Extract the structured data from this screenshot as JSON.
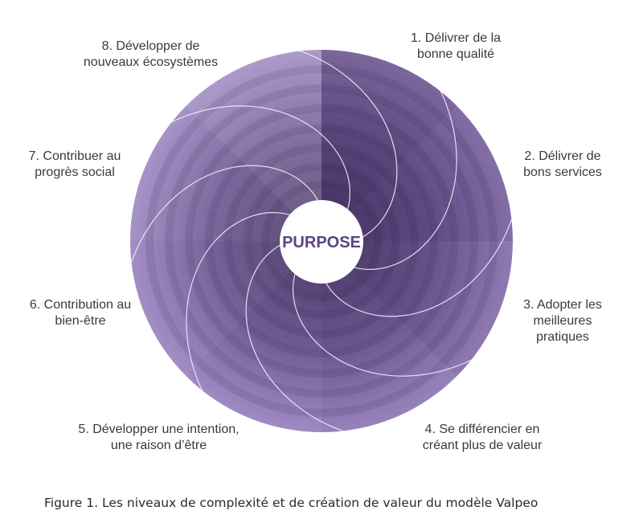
{
  "center_label": "PURPOSE",
  "colors": {
    "outer": "#a08bc4",
    "mid": "#6e5a92",
    "inner": "#4a3866",
    "swirl": "#f3eefa",
    "center_text": "#5b4383"
  },
  "levels": [
    {
      "id": "l1",
      "line1": "1. Délivrer de la",
      "line2": "bonne qualité"
    },
    {
      "id": "l2",
      "line1": "2. Délivrer de",
      "line2": "bons services"
    },
    {
      "id": "l3",
      "line1": "3. Adopter les",
      "line2": "meilleures",
      "line3": "pratiques"
    },
    {
      "id": "l4",
      "line1": "4. Se différencier en",
      "line2": "créant plus de valeur"
    },
    {
      "id": "l5",
      "line1": "5. Développer une intention,",
      "line2": "une raison d’être"
    },
    {
      "id": "l6",
      "line1": "6. Contribution au",
      "line2": "bien-être"
    },
    {
      "id": "l7",
      "line1": "7. Contribuer au",
      "line2": "progrès social"
    },
    {
      "id": "l8",
      "line1": "8. Développer de",
      "line2": "nouveaux écosystèmes"
    }
  ],
  "caption": "Figure 1. Les niveaux de complexité et de création de valeur du modèle Valpeo"
}
